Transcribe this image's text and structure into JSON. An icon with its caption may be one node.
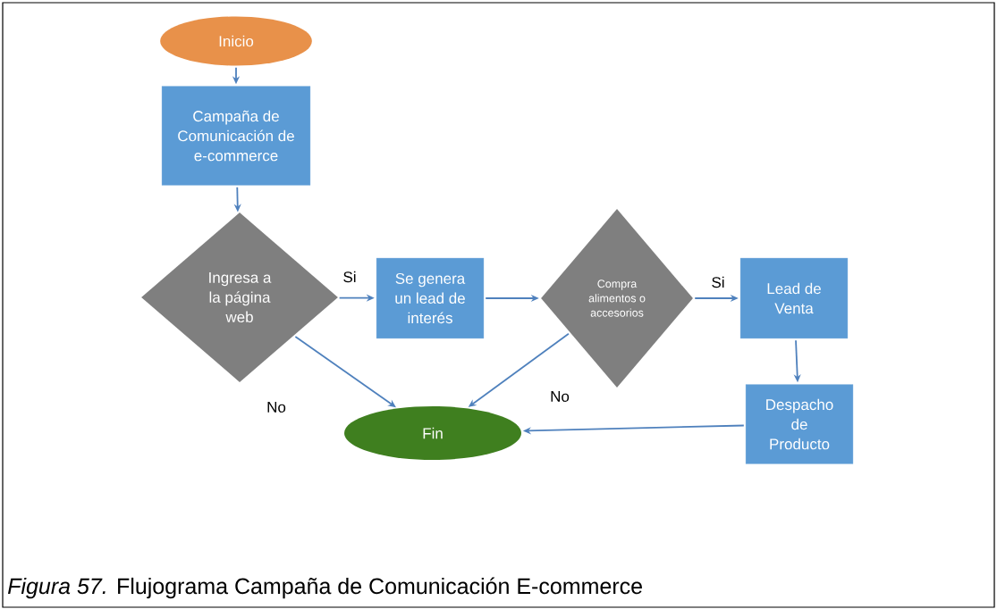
{
  "diagram": {
    "caption": "*Figura 57.* Flujograma Campaña de Comunicación E-commerce",
    "nodes": [
      {
        "text": [
          "Inicio"
        ]
      },
      {
        "text": [
          "Campaña de Comunicación de e-commerce"
        ]
      },
      {
        "text": [
          "Ingresa a la página web"
        ]
      },
      {
        "text": [
          "Se genera un lead de interés"
        ]
      },
      {
        "text": [
          "Compra alimentos o accesorios"
        ]
      },
      {
        "text": [
          "Lead de Venta"
        ]
      },
      {
        "text": [
          "Despacho de Producto"
        ]
      },
      {
        "text": [
          "Fin"
        ]
      }
    ],
    "edges": [
      {
        "from": 0,
        "to": 1,
        "arrow": "to"
      },
      {
        "from": 1,
        "to": 2,
        "arrow": "to"
      },
      {
        "from": 2,
        "to": 3,
        "arrow": "to",
        "label": "Si"
      },
      {
        "from": 3,
        "to": 4,
        "arrow": "to"
      },
      {
        "from": 4,
        "to": 5,
        "arrow": "to",
        "label": "Si"
      },
      {
        "from": 5,
        "to": 6,
        "arrow": "to"
      },
      {
        "from": 2,
        "to": 7,
        "arrow": "to",
        "label": "No"
      },
      {
        "from": 4,
        "to": 7,
        "arrow": "to",
        "label": "No"
      },
      {
        "from": 6,
        "to": 7,
        "arrow": "to"
      }
    ]
  }
}
